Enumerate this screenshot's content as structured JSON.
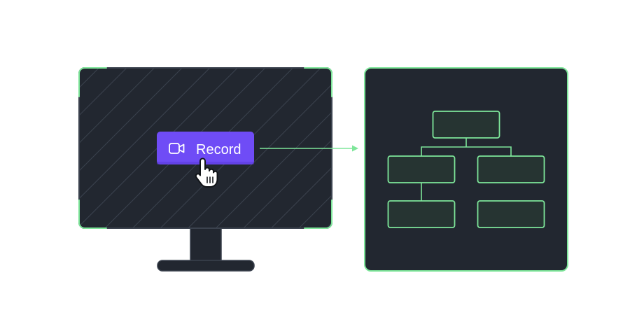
{
  "record_button": {
    "label": "Record",
    "icon": "video-camera-icon",
    "color": "#6f4cf6"
  },
  "cursor": {
    "icon": "hand-pointer-icon"
  },
  "colors": {
    "accent_green": "#7ee69a",
    "monitor_dark": "#222730",
    "stripe": "#3b424e",
    "node_fill": "#263432",
    "page_bg": "#ffffff"
  },
  "org_chart": {
    "levels": [
      [
        "root"
      ],
      [
        "child-left",
        "child-right"
      ],
      [
        "grandchild-left",
        "grandchild-right"
      ]
    ],
    "edges": [
      [
        "root",
        "child-left"
      ],
      [
        "root",
        "child-right"
      ],
      [
        "child-left",
        "grandchild-left"
      ]
    ]
  }
}
